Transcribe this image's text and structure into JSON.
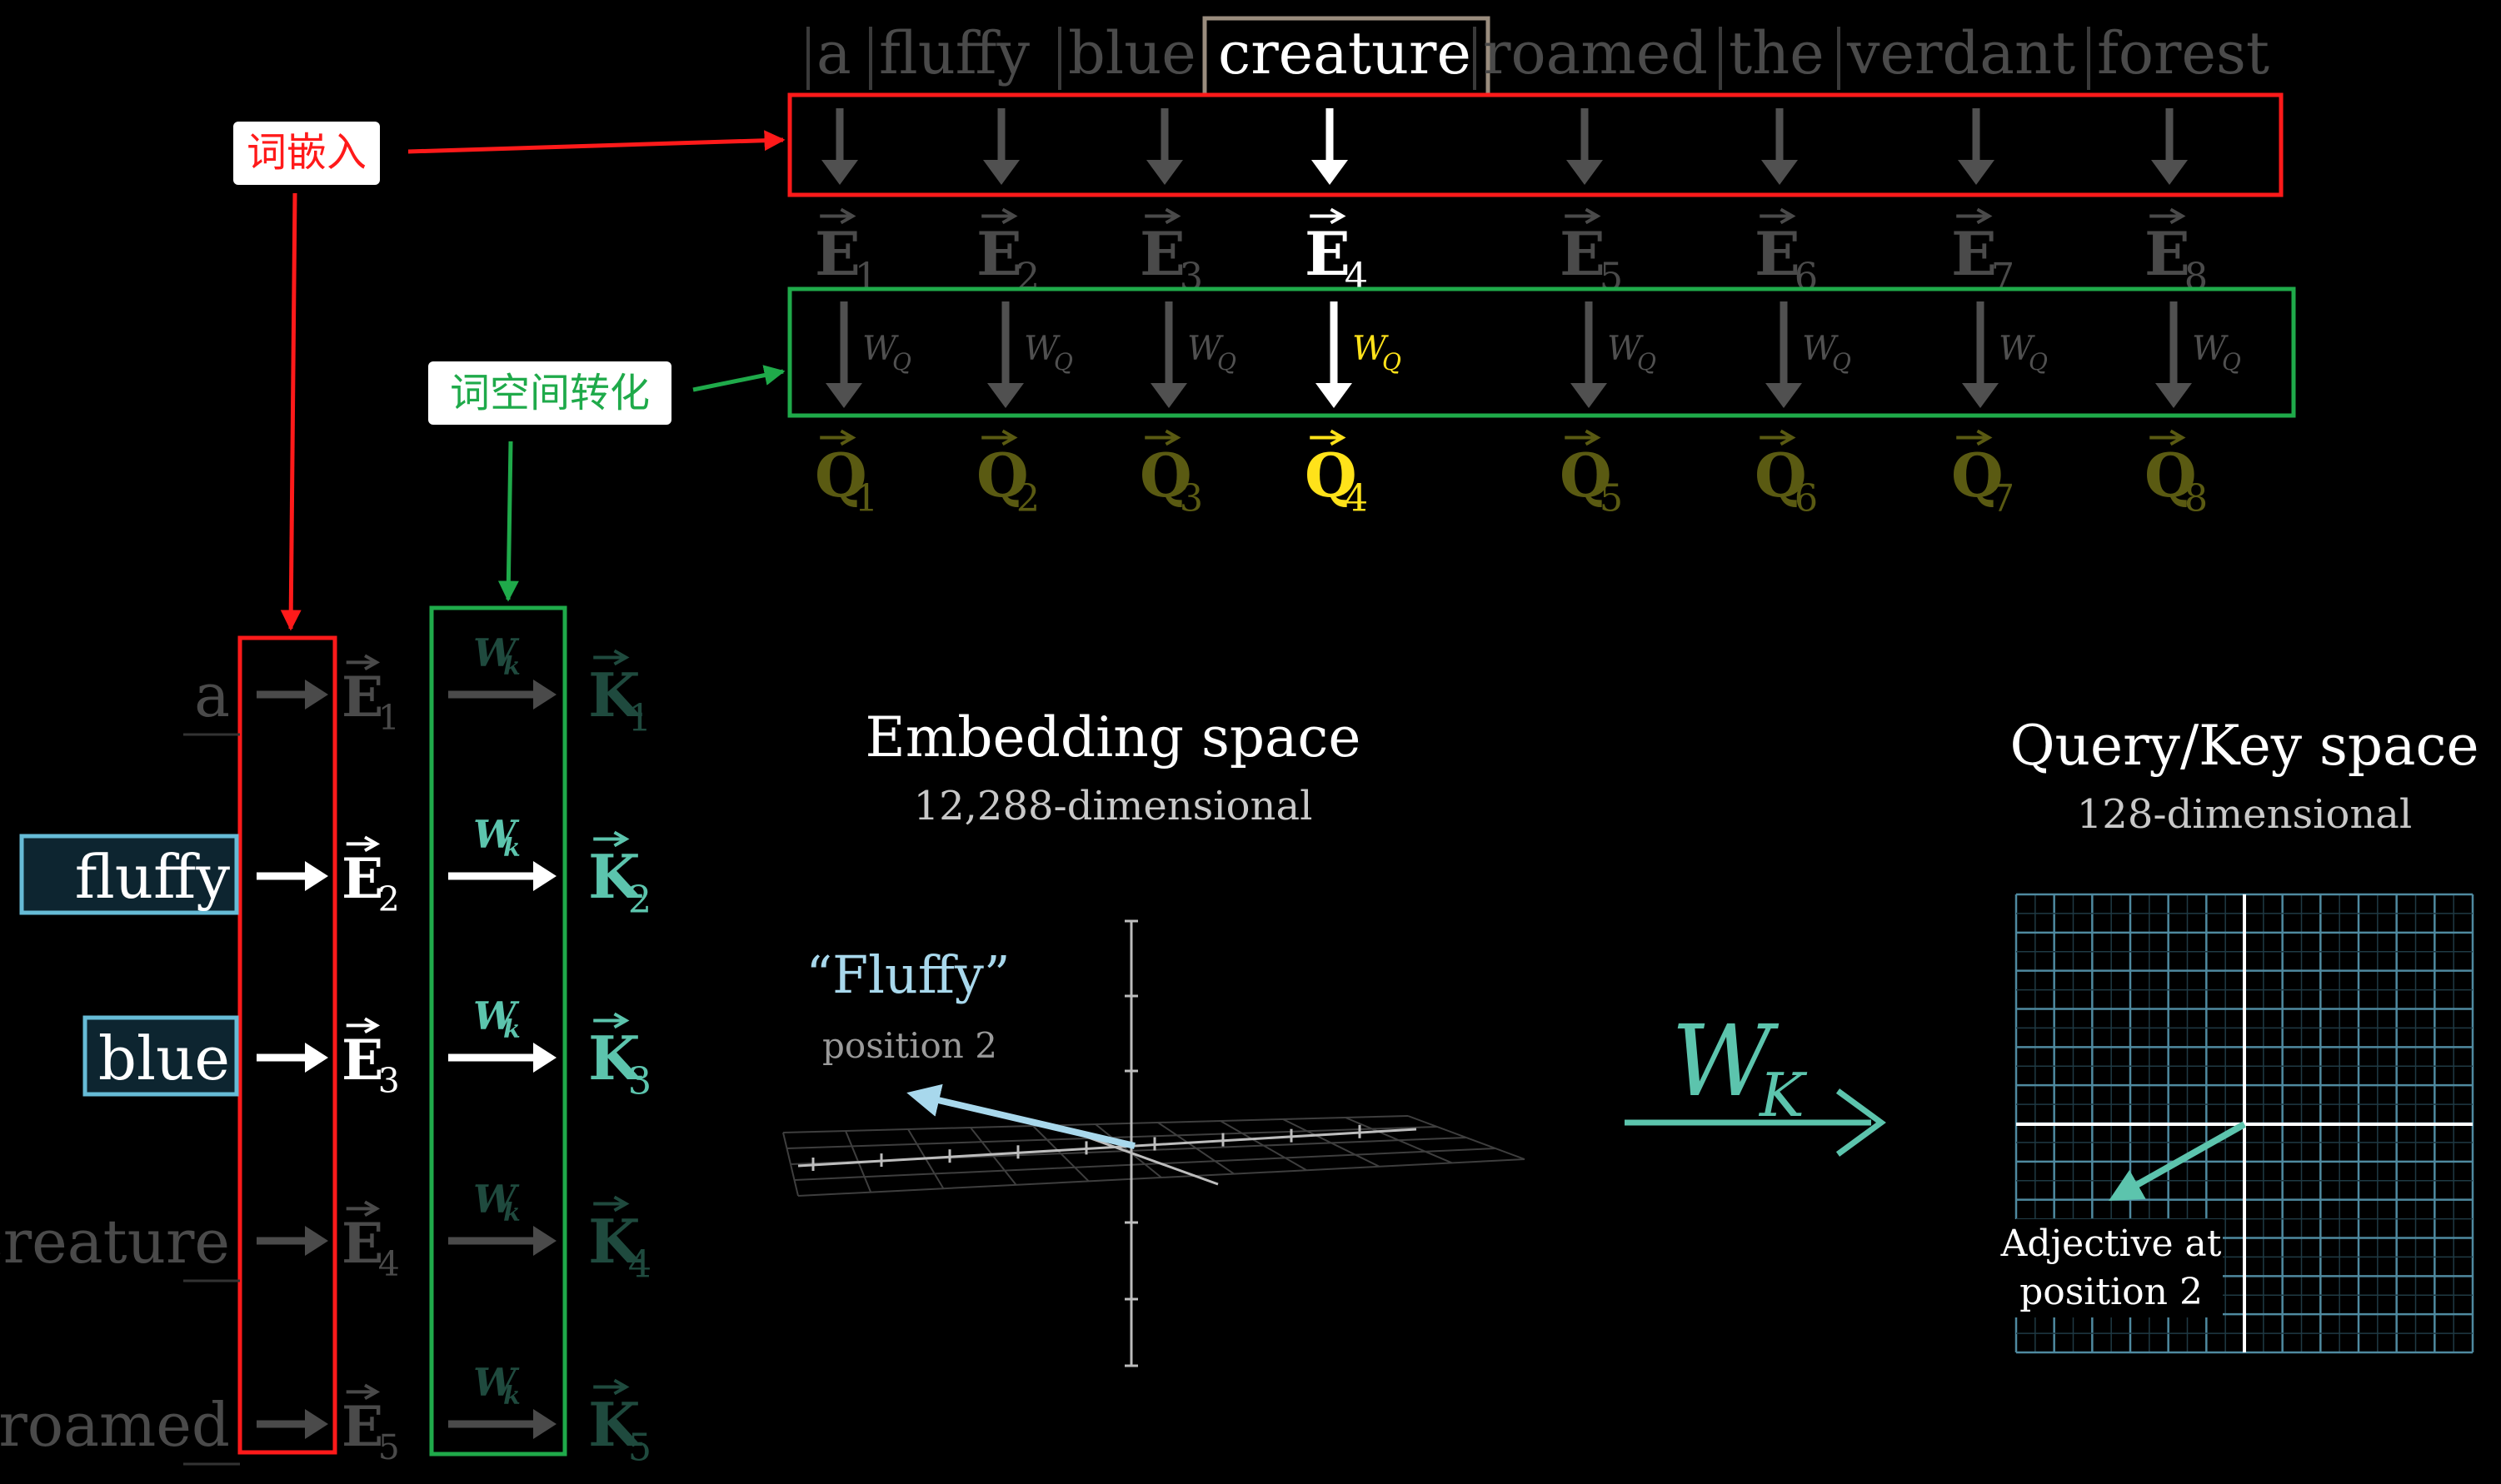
{
  "colors": {
    "background": "#000000",
    "red": "#ff1a1a",
    "green": "#1faa4a",
    "teal": "#5cc4ad",
    "query_yellow": "#ffe21a",
    "dim_query": "#5a5a12",
    "dim_key": "#1f4a3e",
    "word_box": "#66bbd6",
    "grid": "#5fa8bf"
  },
  "labels": {
    "word_embedding": "词嵌入",
    "space_transform": "词空间转化"
  },
  "sentence": [
    "a",
    "fluffy",
    "blue",
    "creature",
    "roamed",
    "the",
    "verdant",
    "forest"
  ],
  "highlighted_token": "creature",
  "embeddings": [
    {
      "letter": "E",
      "sub": "1"
    },
    {
      "letter": "E",
      "sub": "2"
    },
    {
      "letter": "E",
      "sub": "3"
    },
    {
      "letter": "E",
      "sub": "4"
    },
    {
      "letter": "E",
      "sub": "5"
    },
    {
      "letter": "E",
      "sub": "6"
    },
    {
      "letter": "E",
      "sub": "7"
    },
    {
      "letter": "E",
      "sub": "8"
    }
  ],
  "query_matrix_label": {
    "letter": "W",
    "sub": "Q"
  },
  "queries": [
    {
      "letter": "Q",
      "sub": "1"
    },
    {
      "letter": "Q",
      "sub": "2"
    },
    {
      "letter": "Q",
      "sub": "3"
    },
    {
      "letter": "Q",
      "sub": "4"
    },
    {
      "letter": "Q",
      "sub": "5"
    },
    {
      "letter": "Q",
      "sub": "6"
    },
    {
      "letter": "Q",
      "sub": "7"
    },
    {
      "letter": "Q",
      "sub": "8"
    }
  ],
  "key_rows": [
    {
      "word": "a",
      "e_sub": "1",
      "k_sub": "1",
      "state": "dim"
    },
    {
      "word": "fluffy",
      "e_sub": "2",
      "k_sub": "2",
      "state": "active"
    },
    {
      "word": "blue",
      "e_sub": "3",
      "k_sub": "3",
      "state": "active"
    },
    {
      "word": "creature",
      "e_sub": "4",
      "k_sub": "4",
      "state": "dim"
    },
    {
      "word": "roamed",
      "e_sub": "5",
      "k_sub": "5",
      "state": "dim"
    }
  ],
  "key_matrix_label": {
    "letter": "W",
    "sub": "k"
  },
  "embedding_space": {
    "title": "Embedding space",
    "subtitle": "12,288-dimensional",
    "vector_label": "“Fluffy”",
    "vector_sublabel": "position 2"
  },
  "transform_arrow": {
    "letter": "W",
    "sub": "K"
  },
  "query_key_space": {
    "title": "Query/Key space",
    "subtitle": "128-dimensional",
    "vector_label_line1": "Adjective at",
    "vector_label_line2": "position 2"
  }
}
